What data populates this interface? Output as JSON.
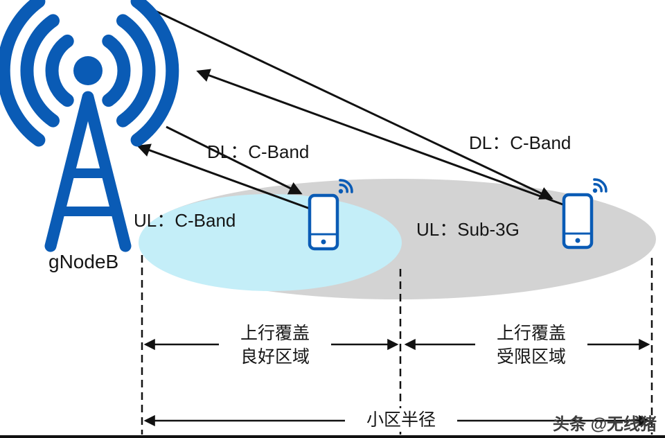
{
  "page": {
    "background": "#ffffff"
  },
  "base_station": {
    "label": "gNodeB",
    "icon": "antenna-icon",
    "color": "#0a5bb5"
  },
  "links": {
    "dl_near": "DL：C-Band",
    "ul_near": "UL：C-Band",
    "dl_far": "DL：C-Band",
    "ul_far": "UL：Sub-3G"
  },
  "coverage": {
    "cell_ellipse_color": "#d3d3d3",
    "good_uplink_ellipse_color": "#c4eef8",
    "good_region": {
      "line1": "上行覆盖",
      "line2": "良好区域"
    },
    "limited_region": {
      "line1": "上行覆盖",
      "line2": "受限区域"
    },
    "cell_radius_label": "小区半径"
  },
  "devices": {
    "near_icon": "smartphone-icon",
    "far_icon": "smartphone-icon",
    "signal_icon": "wifi-icon"
  },
  "watermark": "头条 @无线猪",
  "colors": {
    "line": "#111111",
    "watermark": "#3d3d3d",
    "blue": "#0a5bb5"
  }
}
